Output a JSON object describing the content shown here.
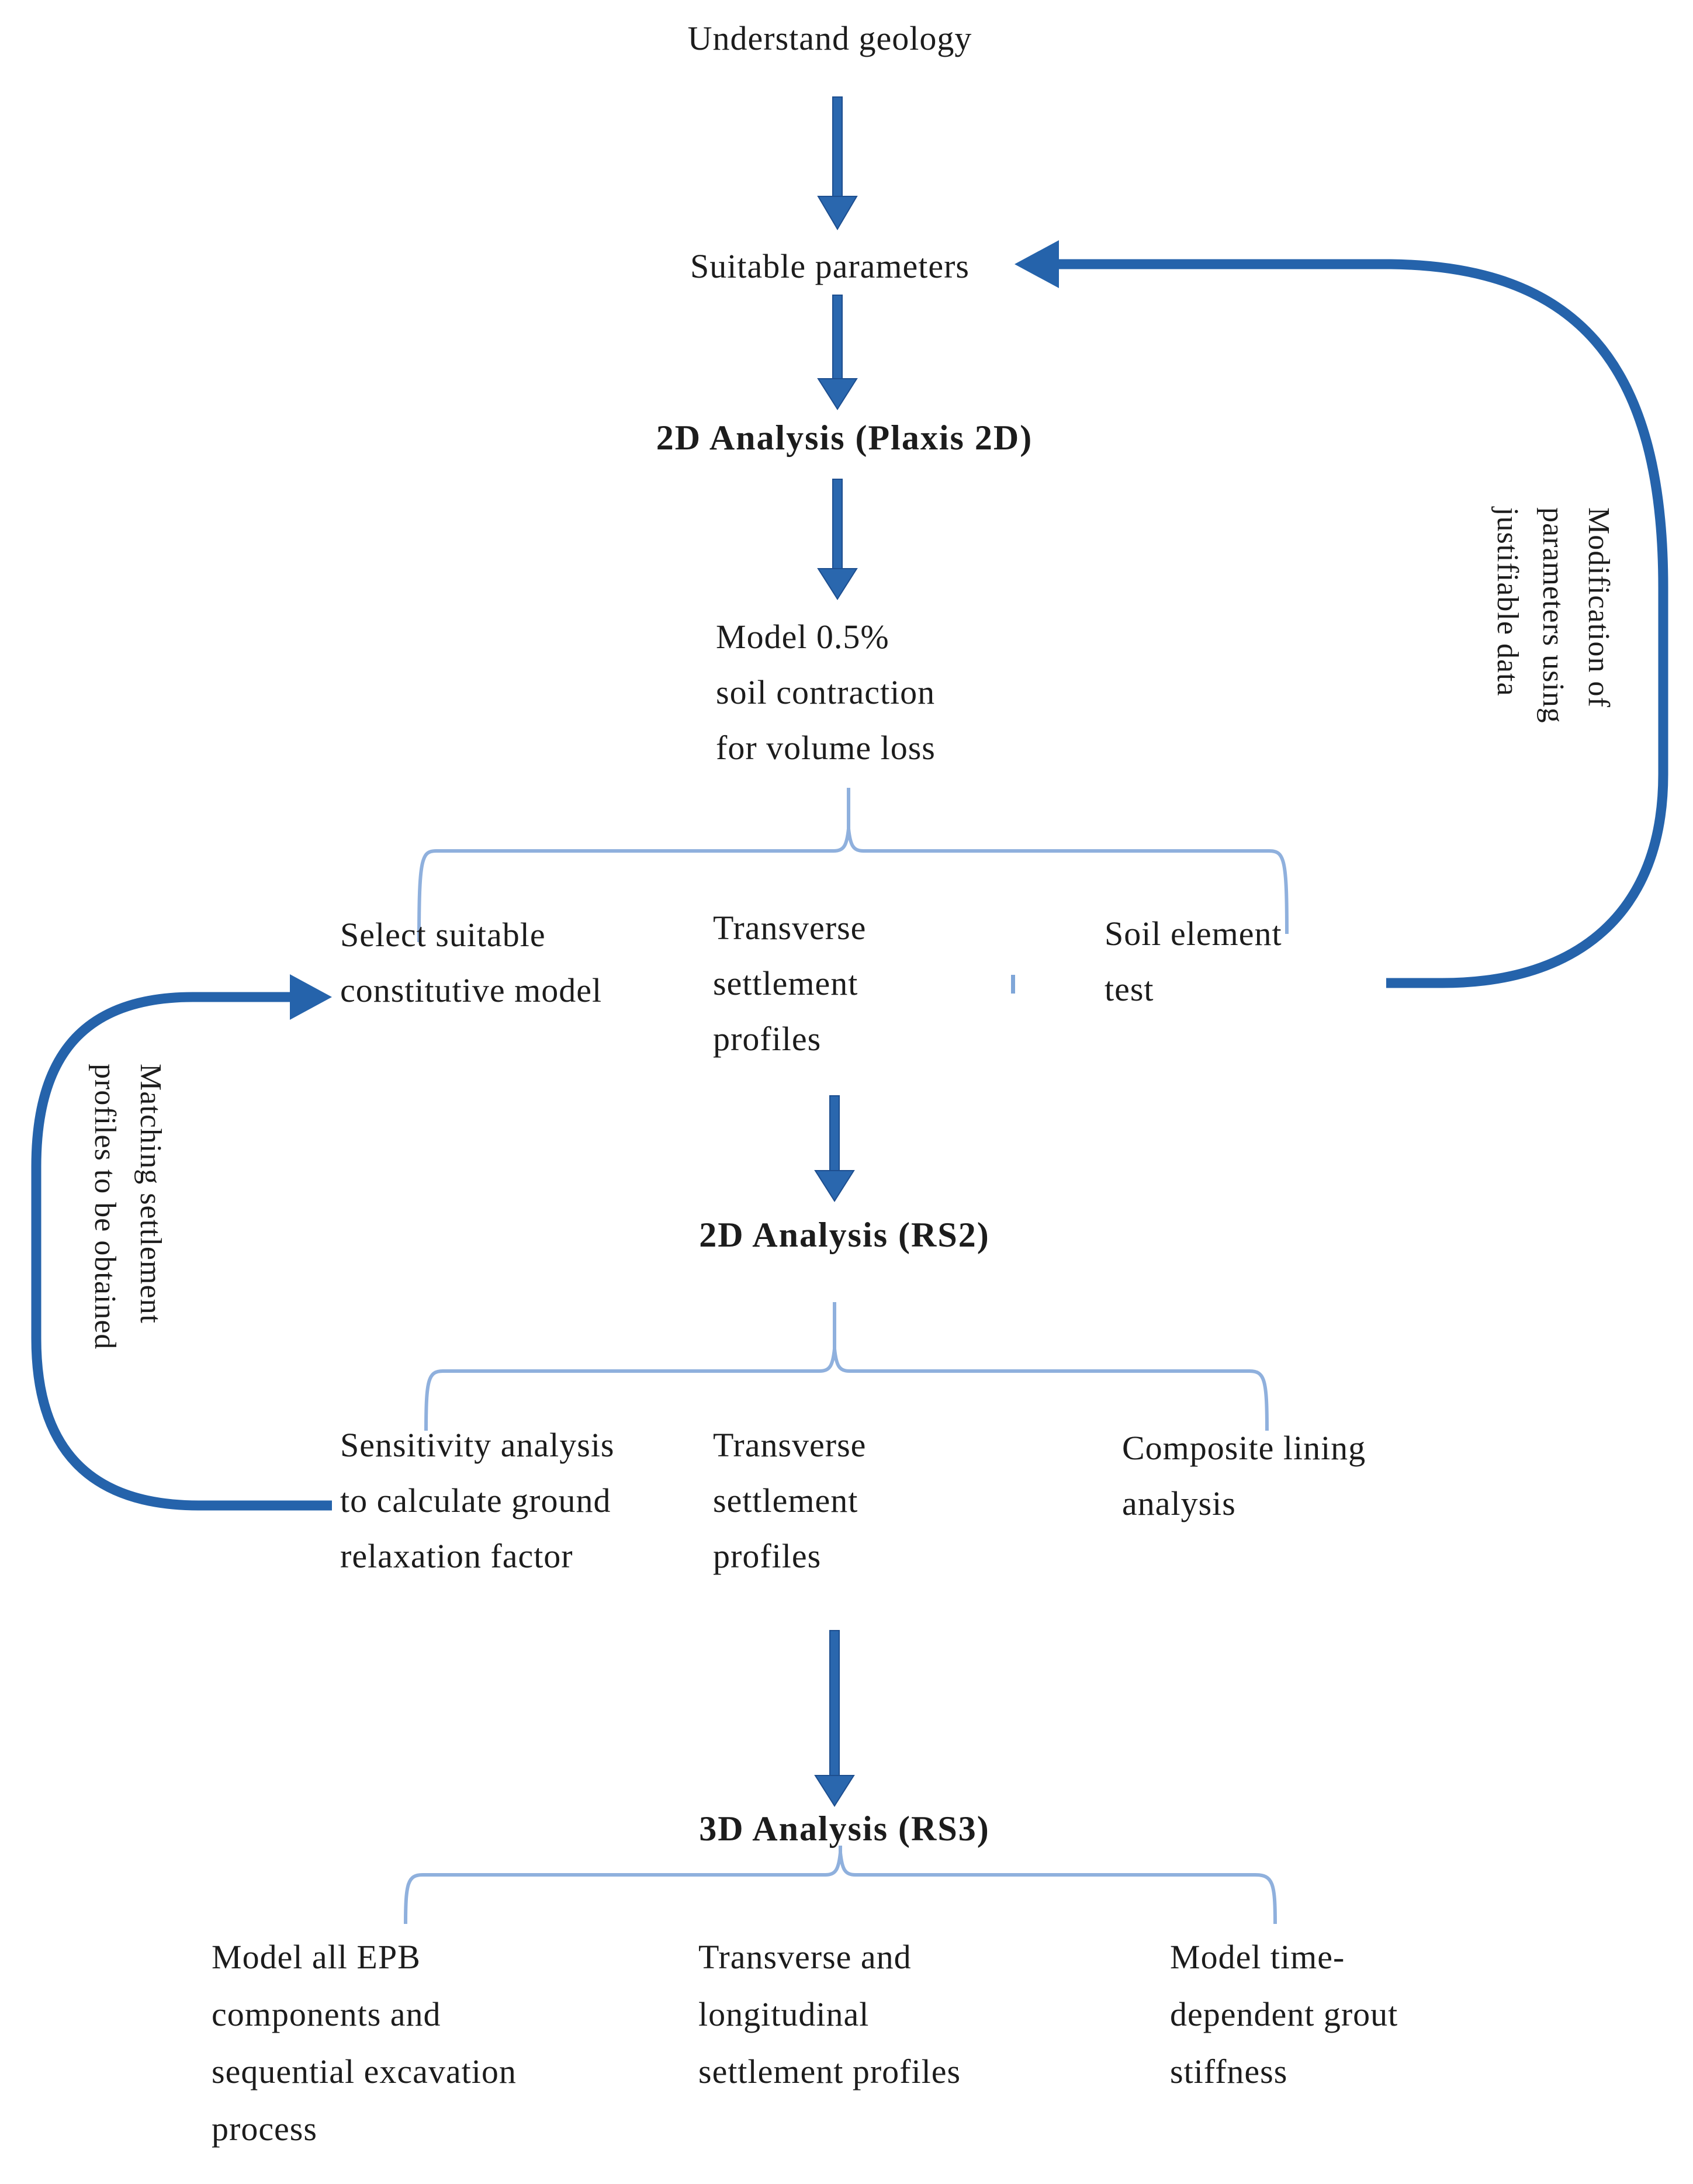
{
  "colors": {
    "arrow_fill": "#2a67ae",
    "arrow_edge": "#1d4e8f",
    "brace": "#8fb0dd",
    "loop": "#2563ab",
    "text": "#1c1c1c",
    "background": "#ffffff"
  },
  "flow": {
    "understand_geology": "Understand geology",
    "suitable_parameters": "Suitable parameters",
    "analysis_2d_plaxis": "2D Analysis (Plaxis 2D)",
    "model_soil_contraction": "Model 0.5%\nsoil contraction\nfor volume loss",
    "analysis_2d_rs2": "2D Analysis (RS2)",
    "analysis_3d_rs3": "3D Analysis (RS3)"
  },
  "plaxis_outputs": {
    "select_constitutive_model": "Select suitable\nconstitutive model",
    "transverse_settlement_profiles": "Transverse\nsettlement\nprofiles",
    "soil_element_test": "Soil element\ntest"
  },
  "rs2_outputs": {
    "sensitivity_analysis": "Sensitivity analysis\nto calculate ground\nrelaxation factor",
    "transverse_settlement_profiles": "Transverse\nsettlement\nprofiles",
    "composite_lining_analysis": "Composite lining\nanalysis"
  },
  "rs3_outputs": {
    "model_epb_components": "Model all EPB\ncomponents and\nsequential excavation\nprocess",
    "transverse_longitudinal_profiles": "Transverse and\nlongitudinal\nsettlement profiles",
    "time_dependent_grout_stiffness": "Model time-\ndependent grout\nstiffness"
  },
  "feedback_loops": {
    "right_loop_label": "Modification of\nparameters using\njustifiable data",
    "left_loop_label": "Matching settlement\nprofiles to be obtained"
  }
}
